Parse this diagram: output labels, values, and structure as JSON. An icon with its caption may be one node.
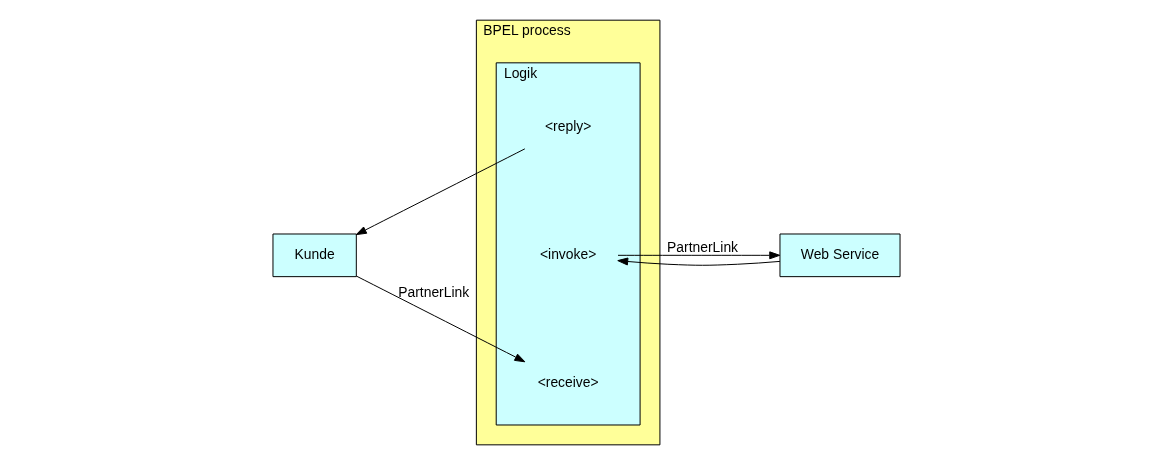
{
  "diagram": {
    "nodes": [
      {
        "text": [
          "Kunde"
        ]
      },
      {
        "text": [
          "BPEL process"
        ]
      },
      {
        "text": [
          "Logik"
        ],
        "in": 1
      },
      {
        "text": [
          "<receive>"
        ],
        "in": 2
      },
      {
        "text": [
          "<invoke>"
        ],
        "in": 2
      },
      {
        "text": [
          "<reply>"
        ],
        "in": 2
      },
      {
        "text": [
          "Web Service"
        ]
      }
    ],
    "edges": [
      {
        "from": 0,
        "to": 3,
        "arrow": "to",
        "label": "PartnerLink"
      },
      {
        "from": 5,
        "to": 0,
        "arrow": "to"
      },
      {
        "from": 4,
        "to": 6,
        "arrow": "to",
        "label": "PartnerLink"
      },
      {
        "from": 6,
        "to": 4,
        "arrow": "to"
      }
    ]
  }
}
